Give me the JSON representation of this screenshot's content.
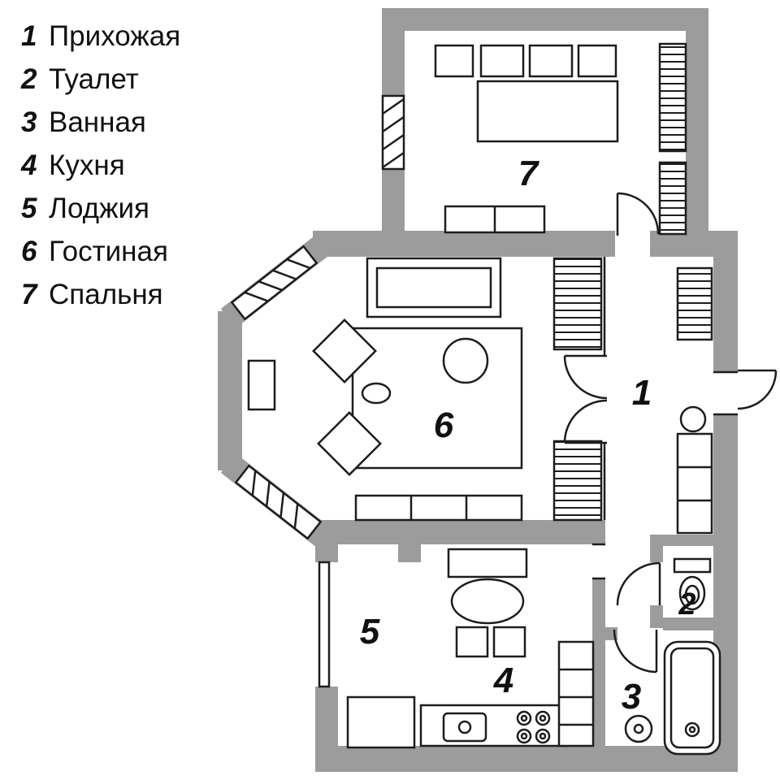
{
  "legend": {
    "items": [
      {
        "num": "1",
        "label": "Прихожая"
      },
      {
        "num": "2",
        "label": "Туалет"
      },
      {
        "num": "3",
        "label": "Ванная"
      },
      {
        "num": "4",
        "label": "Кухня"
      },
      {
        "num": "5",
        "label": "Лоджия"
      },
      {
        "num": "6",
        "label": "Гостиная"
      },
      {
        "num": "7",
        "label": "Спальня"
      }
    ]
  },
  "rooms": {
    "hallway": {
      "num": "1"
    },
    "toilet": {
      "num": "2"
    },
    "bathroom": {
      "num": "3"
    },
    "kitchen": {
      "num": "4"
    },
    "loggia": {
      "num": "5"
    },
    "living": {
      "num": "6"
    },
    "bedroom": {
      "num": "7"
    }
  },
  "colors": {
    "wall_gray": "#9c9c9c",
    "line_black": "#1d1d1d",
    "background": "#ffffff"
  }
}
